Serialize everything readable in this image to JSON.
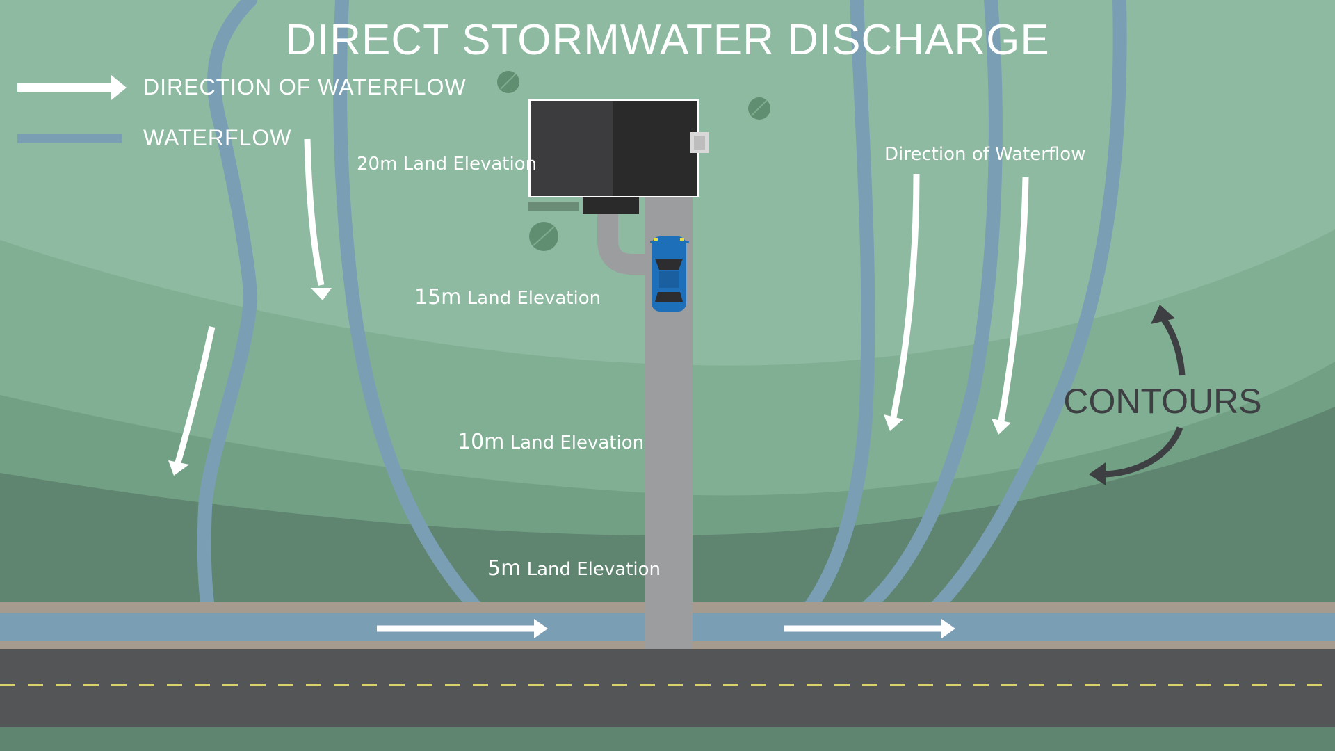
{
  "title": "DIRECT STORMWATER DISCHARGE",
  "legend": {
    "direction_label": "DIRECTION OF WATERFLOW",
    "waterflow_label": "WATERFLOW"
  },
  "elevation_labels": {
    "e20": "20m Land Elevation",
    "e15_num": "15m",
    "e15_text": " Land Elevation",
    "e10_num": "10m",
    "e10_text": " Land Elevation",
    "e5_num": "5m",
    "e5_text": " Land Elevation"
  },
  "direction_annotation": "Direction of Waterflow",
  "contours_label": "CONTOURS",
  "colors": {
    "band_20m": "#8fbaa2",
    "band_15m": "#80af94",
    "band_10m": "#72a085",
    "band_5m": "#5f8470",
    "water": "#7a9fb5",
    "road": "#545557",
    "road_dash": "#d6d36a",
    "driveway": "#9c9d9f",
    "house_dark": "#2a2a2b",
    "house_light": "#3c3c3e",
    "car_body": "#1e6fba",
    "arrow": "#ffffff",
    "contour_arrow": "#3d3f42"
  }
}
